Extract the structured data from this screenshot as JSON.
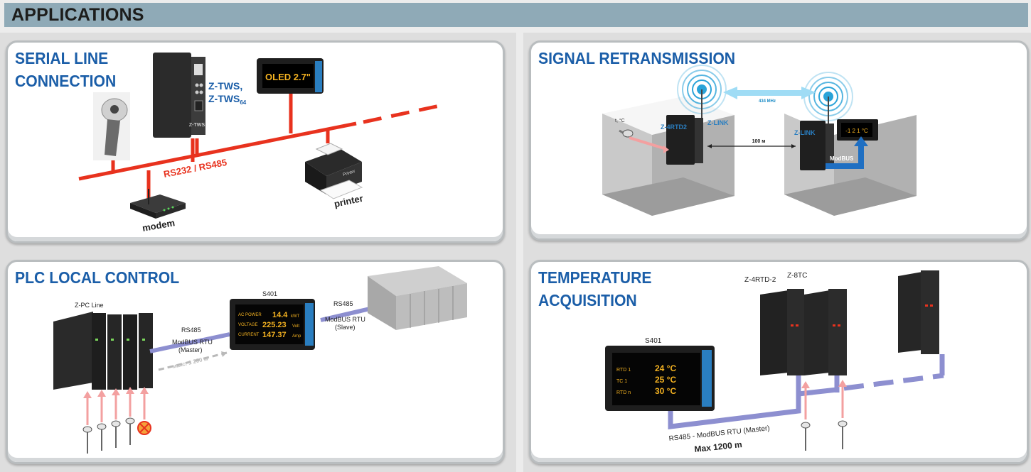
{
  "header": {
    "title": "APPLICATIONS"
  },
  "colors": {
    "title_blue": "#1b5ea8",
    "serial_red": "#e8321e",
    "bus_purple": "#8d8fd0",
    "header_bg": "#8faab7"
  },
  "panels": {
    "serial": {
      "title": "SERIAL LINE\nCONNECTION",
      "device_label_1": "Z-TWS,",
      "device_label_2": "Z-TWS",
      "device_label_2_sub": "64",
      "display_text": "OLED 2.7\"",
      "bus_label": "RS232 / RS485",
      "modem_label": "modem",
      "printer_label": "printer",
      "device_face_label": "Z-TWS",
      "printer_brand": "Printer"
    },
    "retrans": {
      "title": "SIGNAL RETRANSMISSION",
      "freq_label": "434 MHz",
      "distance_label": "100 м",
      "left_device": "Z-4RTD2",
      "left_link": "Z-LINK",
      "right_link": "Z-LINK",
      "modbus_label": "ModBUS",
      "sensor_label": "t, °C",
      "display_value": "-1 2 1 °C"
    },
    "plc": {
      "title": "PLC LOCAL CONTROL",
      "zpc_label": "Z-PC Line",
      "s401_label": "S401",
      "rs485_left": "RS485",
      "master_line1": "ModBUS RTU",
      "master_line2": "(Master)",
      "distance": "макс. 1 200 м",
      "rs485_right": "RS485",
      "slave_line1": "ModBUS RTU",
      "slave_line2": "(Slave)",
      "display_rows": [
        {
          "name": "AC POWER",
          "value": "14.4",
          "unit": "kWT"
        },
        {
          "name": "VOLTAGE",
          "value": "225.23",
          "unit": "Volt"
        },
        {
          "name": "CURRENT",
          "value": "147.37",
          "unit": "Amp"
        }
      ]
    },
    "temp": {
      "title": "TEMPERATURE\nACQUISITION",
      "s401_label": "S401",
      "z4rtd_label": "Z-4RTD-2",
      "z8tc_label": "Z-8TC",
      "bus_line1": "RS485 - ModBUS RTU (Master)",
      "bus_line2": "Max 1200 m",
      "display_rows": [
        {
          "name": "RTD 1",
          "value": "24 °C"
        },
        {
          "name": "TC 1",
          "value": "25 °C"
        },
        {
          "name": "RTD n",
          "value": "30 °C"
        }
      ]
    }
  }
}
